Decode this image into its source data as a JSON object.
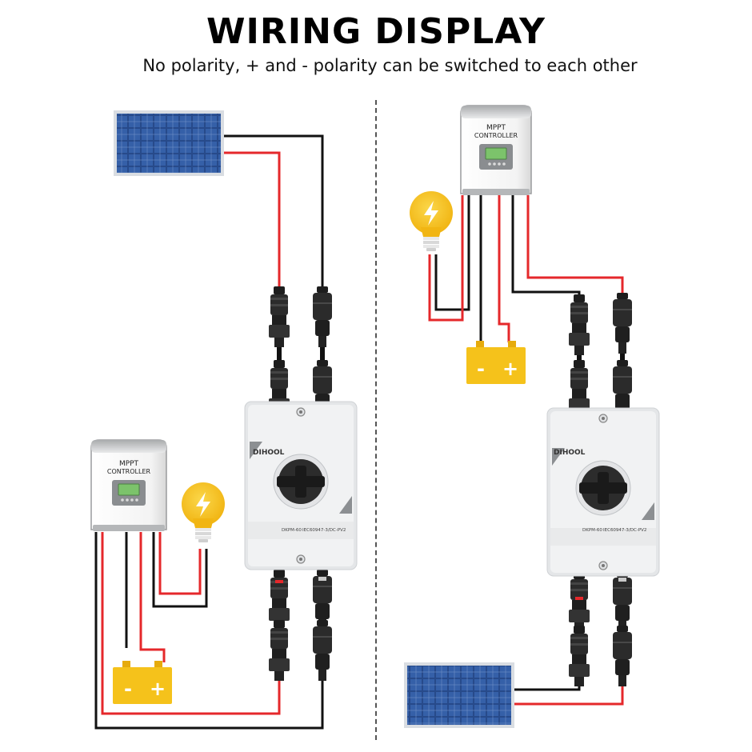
{
  "header": {
    "title": "WIRING DISPLAY",
    "subtitle": "No polarity, + and - polarity can be switched to each other"
  },
  "controller": {
    "line1": "MPPT",
    "line2": "CONTROLLER"
  },
  "isolator": {
    "brand": "DIHOOL",
    "model": "DKPM-60",
    "standard": "IEC60947-3/DC-PV2"
  },
  "battery": {
    "minus": "-",
    "plus": "+"
  },
  "colors": {
    "positive_wire": "#e5282b",
    "negative_wire": "#111111",
    "battery": "#f5c21b",
    "bulb": "#f5c21b",
    "panel": "#2a4c8c",
    "isolator_body": "#e6e8ea",
    "switch_knob": "#2a2a2a",
    "lcd": "#7cc36b"
  },
  "icons": [
    "solar-panel-icon",
    "mppt-controller-icon",
    "light-bulb-icon",
    "battery-icon",
    "dc-isolator-switch-icon",
    "mc4-connector-icon"
  ]
}
